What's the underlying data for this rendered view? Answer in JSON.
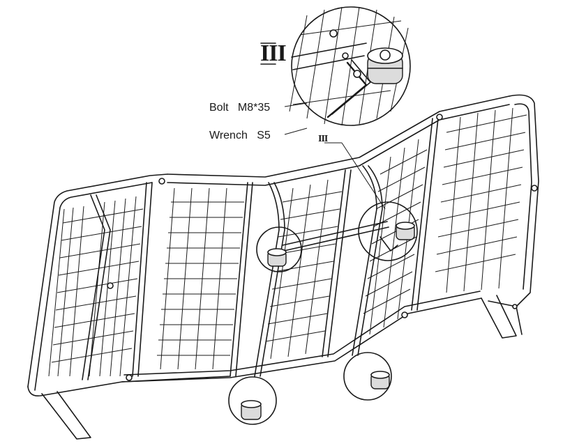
{
  "step_number": "III",
  "callout_marker": "III",
  "parts": [
    {
      "label": "Bolt",
      "spec": "M8*35"
    },
    {
      "label": "Wrench",
      "spec": "S5"
    }
  ],
  "icons": [
    "bolt-icon",
    "wrench-icon",
    "caster-wheel-icon"
  ]
}
